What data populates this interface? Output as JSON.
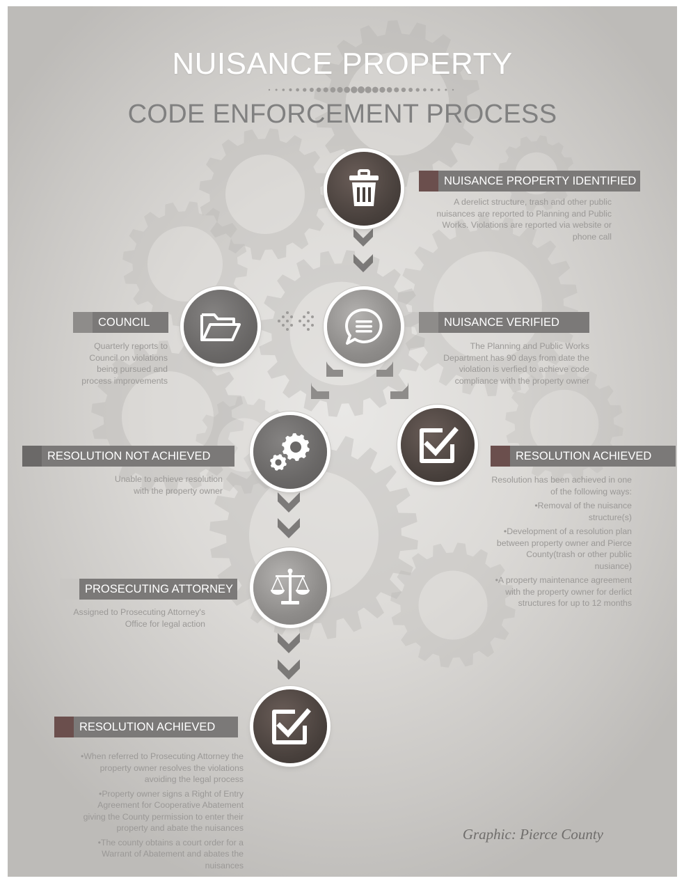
{
  "title": "NUISANCE PROPERTY",
  "subtitle": "CODE ENFORCEMENT PROCESS",
  "colors": {
    "dark_node": "#48403c",
    "medium_node": "#6a6867",
    "light_node": "#8e8c8a",
    "label_bar": "#7b7978",
    "text_grey": "#9a9896"
  },
  "steps": [
    {
      "icon": "trash-can-icon",
      "label": "NUISANCE PROPERTY IDENTIFIED",
      "description": [
        "A derelict  structure, trash and other public nuisances are reported to  Planning and Public Works. Violations are reported via website or phone call"
      ]
    },
    {
      "icon": "chat-bubble-icon",
      "label": "NUISANCE VERIFIED",
      "description": [
        "The Planning and Public Works Department has 90 days from date the violation is verfied to achieve code compliance with the property owner"
      ]
    },
    {
      "icon": "folder-icon",
      "label": "COUNCIL",
      "description": [
        "Quarterly reports to Council on violations being pursued and process improvements"
      ]
    },
    {
      "icon": "gears-icon",
      "label": "RESOLUTION NOT ACHIEVED",
      "description": [
        "Unable to achieve resolution with the property owner"
      ]
    },
    {
      "icon": "checkbox-icon",
      "label": "RESOLUTION ACHIEVED",
      "description": [
        "Resolution has been achieved in one of the following ways:",
        "•Removal of the nuisance structure(s)",
        "•Development of a resolution plan between property owner and Pierce County(trash or other public nusiance)",
        "•A property maintenance agreement with the property owner for derlict structures for up to 12 months"
      ]
    },
    {
      "icon": "scales-icon",
      "label": "PROSECUTING ATTORNEY",
      "description": [
        "Assigned to Prosecuting Attorney's Office for legal action"
      ]
    },
    {
      "icon": "checkbox-icon",
      "label": "RESOLUTION ACHIEVED",
      "description": [
        "•When referred to Prosecuting Attorney the property owner resolves the violations avoiding the legal process",
        "•Property owner signs a Right of Entry Agreement for Cooperative Abatement giving the County permission to enter their property and abate the nuisances",
        "•The county obtains a court order for a Warrant of Abatement and abates the nuisances"
      ]
    }
  ],
  "credit": "Graphic: Pierce County"
}
